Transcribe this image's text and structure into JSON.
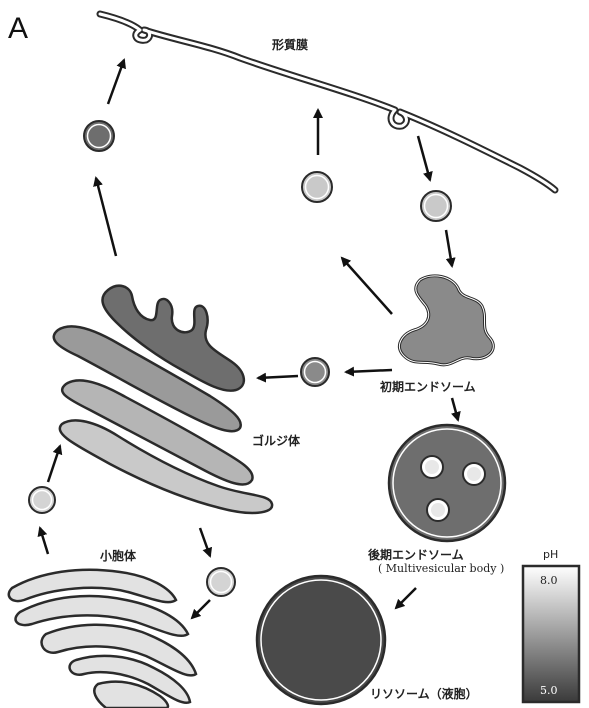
{
  "panel_label": "A",
  "labels": {
    "plasma_membrane": "形質膜",
    "early_endosome": "初期エンドソーム",
    "golgi": "ゴルジ体",
    "er": "小胞体",
    "late_endosome": "後期エンドソーム",
    "late_endosome_sub": "( Multivesicular body )",
    "lysosome": "リソソーム（液胞）"
  },
  "ph_scale": {
    "title": "pH",
    "max": "8.0",
    "min": "5.0"
  },
  "colors": {
    "outline": "#2b2b2b",
    "organelle_dark": "#6e6e6e",
    "organelle_mid": "#9a9a9a",
    "organelle_light": "#c9c9c9",
    "vesicle_light": "#cfcfcf"
  }
}
